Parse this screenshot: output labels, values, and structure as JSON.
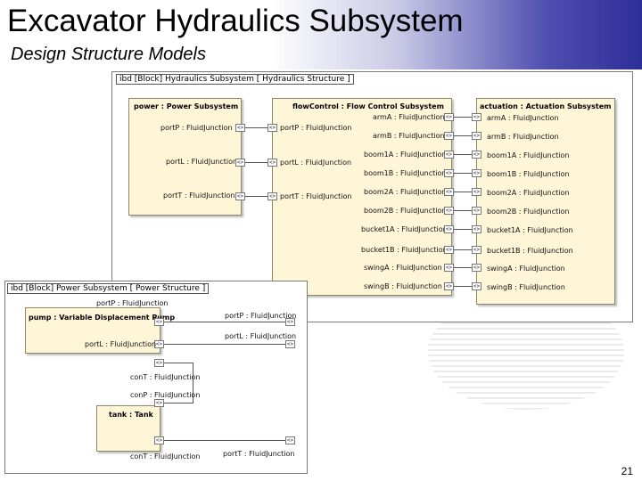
{
  "slide": {
    "title": "Excavator Hydraulics Subsystem",
    "subtitle": "Design Structure Models",
    "page_number": "21"
  },
  "diagram1": {
    "frame_title": "ibd [Block] Hydraulics Subsystem [ Hydraulics Structure ]",
    "power": {
      "name": "power : Power Subsystem",
      "ports": [
        "portP : FluidJunction",
        "portL : FluidJunction",
        "portT : FluidJunction"
      ]
    },
    "flow": {
      "name": "flowControl : Flow Control Subsystem",
      "left_ports": [
        "portP : FluidJunction",
        "portL : FluidJunction",
        "portT : FluidJunction"
      ],
      "right_ports": [
        "armA : FluidJunction",
        "armB : FluidJunction",
        "boom1A : FluidJunction",
        "boom1B : FluidJunction",
        "boom2A : FluidJunction",
        "boom2B : FluidJunction",
        "bucket1A : FluidJunction",
        "bucket1B : FluidJunction",
        "swingA : FluidJunction",
        "swingB : FluidJunction"
      ]
    },
    "actuation": {
      "name": "actuation : Actuation Subsystem",
      "ports": [
        "armA : FluidJunction",
        "armB : FluidJunction",
        "boom1A : FluidJunction",
        "boom1B : FluidJunction",
        "boom2A : FluidJunction",
        "boom2B : FluidJunction",
        "bucket1A : FluidJunction",
        "bucket1B : FluidJunction",
        "swingA : FluidJunction",
        "swingB : FluidJunction"
      ]
    }
  },
  "diagram2": {
    "frame_title": "ibd [Block] Power Subsystem [ Power Structure ]",
    "pump": {
      "name": "pump : Variable Displacement Pump",
      "ports": [
        "portP : FluidJunction",
        "portL : FluidJunction",
        "conT : FluidJunction"
      ]
    },
    "tank": {
      "name": "tank : Tank",
      "ports": [
        "conP : FluidJunction",
        "conT : FluidJunction"
      ]
    },
    "outer_ports": [
      "portP : FluidJunction",
      "portL : FluidJunction",
      "portT : FluidJunction"
    ]
  }
}
